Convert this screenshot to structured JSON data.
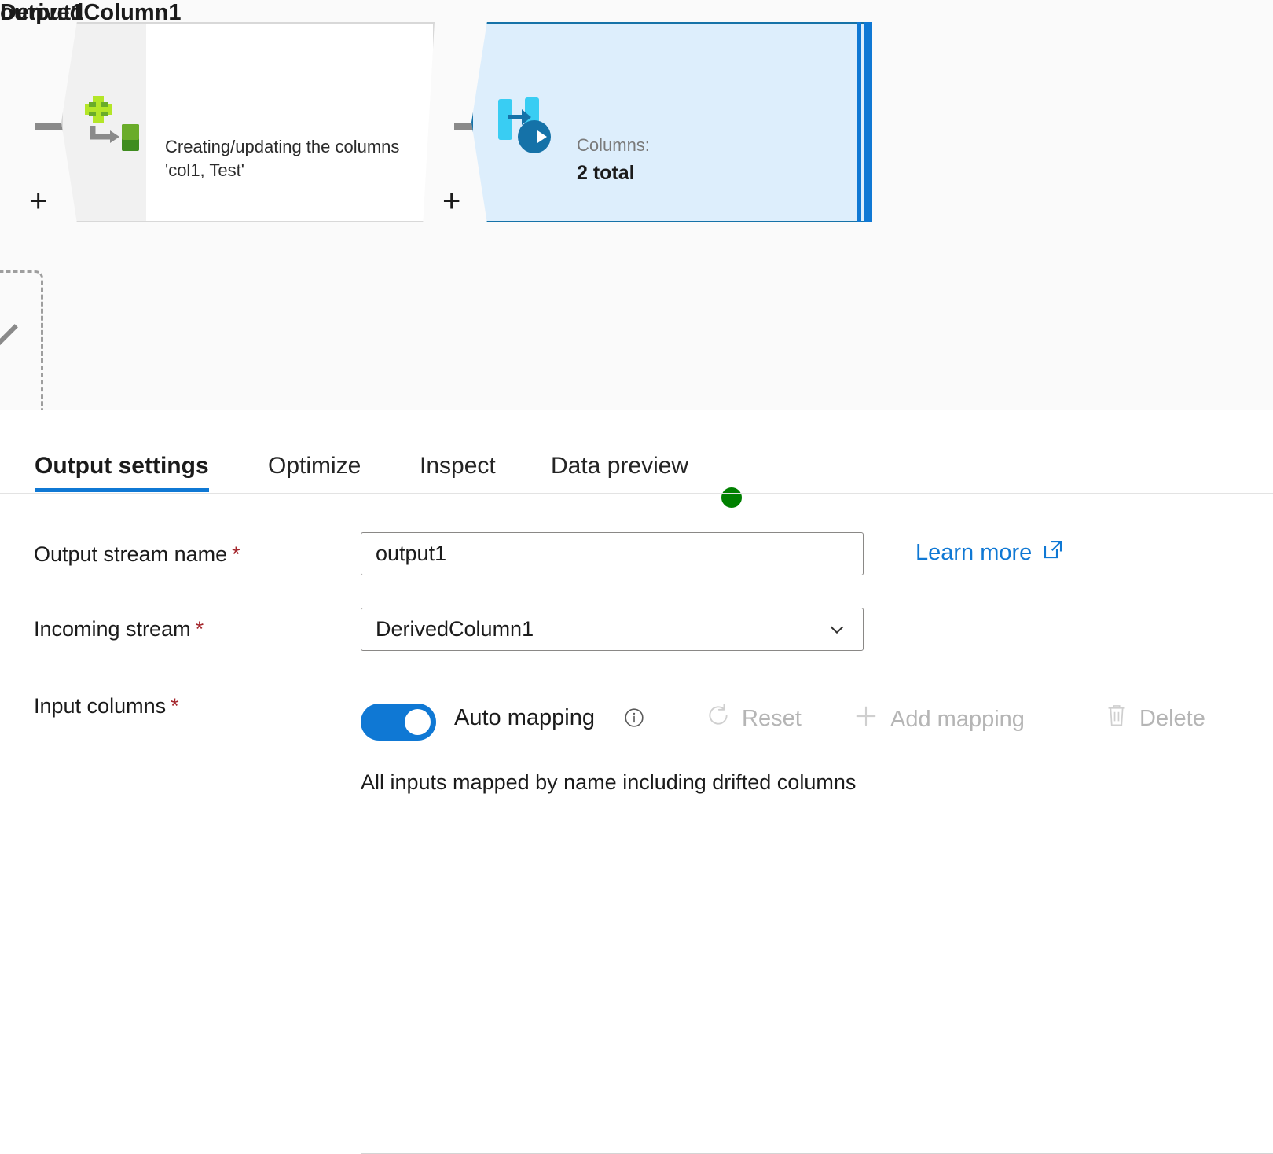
{
  "canvas": {
    "nodes": [
      {
        "id": "derived-column",
        "title": "DerivedColumn1",
        "description": "Creating/updating the columns 'col1, Test'",
        "icon": "derived-column-icon",
        "selected": false
      },
      {
        "id": "output-sink",
        "title": "output1",
        "meta_label": "Columns:",
        "meta_value": "2 total",
        "icon": "sink-icon",
        "selected": true
      }
    ],
    "add_buttons": [
      "+",
      "+"
    ],
    "selection_color": "#0f78d4",
    "selected_node_fill": "#ddeefc",
    "selected_node_border": "#1572a8"
  },
  "panel": {
    "tabs": [
      {
        "label": "Output settings",
        "active": true
      },
      {
        "label": "Optimize",
        "active": false
      },
      {
        "label": "Inspect",
        "active": false
      },
      {
        "label": "Data preview",
        "active": false,
        "status_dot": "#008000"
      }
    ],
    "form": {
      "output_stream_name": {
        "label": "Output stream name",
        "required_marker": "*",
        "value": "output1",
        "placeholder": "Output stream name"
      },
      "incoming_stream": {
        "label": "Incoming stream",
        "required_marker": "*",
        "value": "DerivedColumn1",
        "options": [
          "DerivedColumn1"
        ]
      },
      "input_columns": {
        "label": "Input columns",
        "required_marker": "*",
        "toggle_label": "Auto mapping",
        "toggle_on": true,
        "info_icon": "info-icon",
        "note": "All inputs mapped by name including drifted columns"
      }
    },
    "commands": [
      {
        "label": "Reset",
        "icon": "refresh-icon",
        "disabled": true
      },
      {
        "label": "Add mapping",
        "icon": "plus-icon",
        "disabled": true
      },
      {
        "label": "Delete",
        "icon": "trash-icon",
        "disabled": true
      }
    ],
    "learn_more": {
      "label": "Learn more",
      "icon": "external-link-icon",
      "color": "#0f78d4"
    }
  },
  "colors": {
    "accent": "#0f78d4",
    "required": "#a4262c",
    "status_ok": "#008000",
    "disabled_text": "#b5b5b5"
  }
}
